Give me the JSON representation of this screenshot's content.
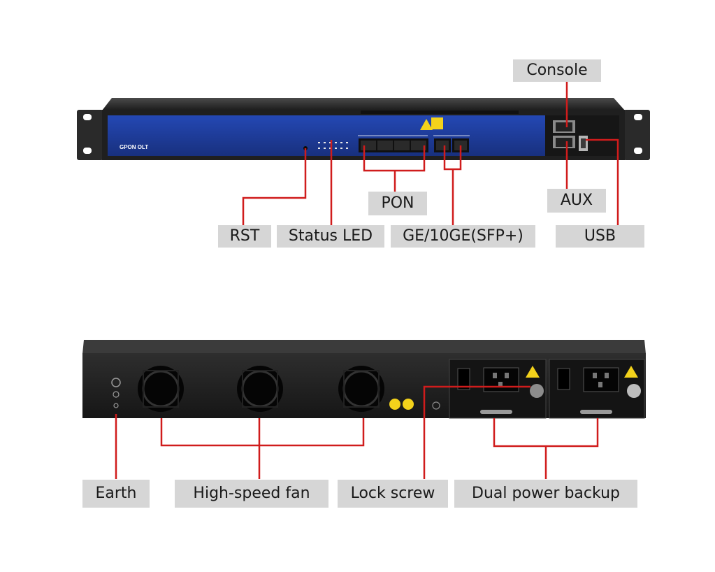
{
  "front_panel": {
    "brand_text": "GPON OLT",
    "labels": {
      "console": "Console",
      "aux": "AUX",
      "pon": "PON",
      "rst": "RST",
      "status_led": "Status LED",
      "uplink": "GE/10GE(SFP+)",
      "usb": "USB"
    }
  },
  "rear_panel": {
    "labels": {
      "earth": "Earth",
      "fan": "High-speed fan",
      "lock_screw": "Lock screw",
      "dual_power": "Dual power backup"
    }
  },
  "colors": {
    "callout_line": "#d01c1c",
    "label_bg": "#d6d6d6",
    "front_face": "#1e3c9c",
    "chassis": "#2b2b2b"
  }
}
